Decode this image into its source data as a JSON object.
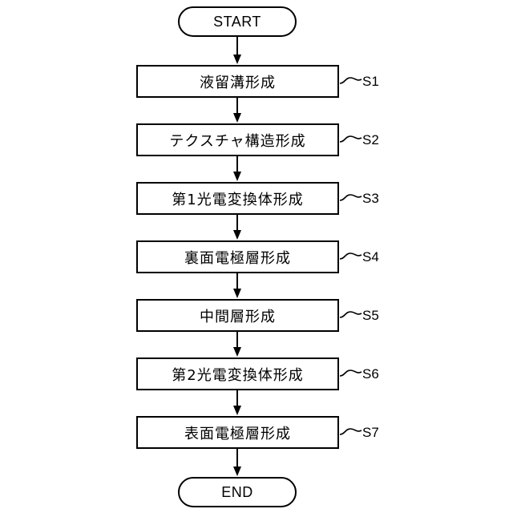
{
  "figure": {
    "type": "flowchart",
    "orientation": "vertical",
    "background_color": "#ffffff",
    "line_color": "#000000",
    "start_label": "START",
    "end_label": "END",
    "steps": [
      {
        "label": "液留溝形成",
        "tag": "S1"
      },
      {
        "label": "テクスチャ構造形成",
        "tag": "S2"
      },
      {
        "label": "第1光電変換体形成",
        "tag": "S3"
      },
      {
        "label": "裏面電極層形成",
        "tag": "S4"
      },
      {
        "label": "中間層形成",
        "tag": "S5"
      },
      {
        "label": "第2光電変換体形成",
        "tag": "S6"
      },
      {
        "label": "表面電極層形成",
        "tag": "S7"
      }
    ]
  }
}
